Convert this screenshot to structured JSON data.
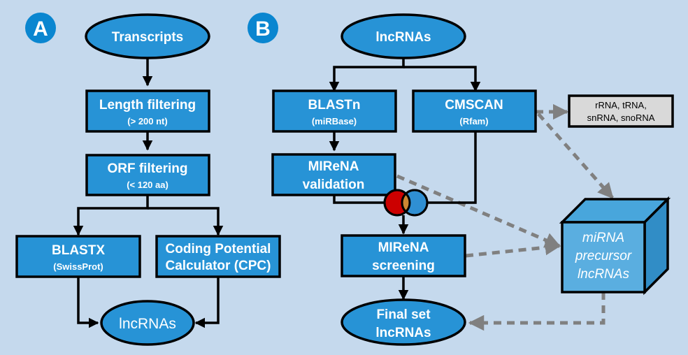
{
  "panels": {
    "a": {
      "badge": "A",
      "start": "Transcripts",
      "length_filter": {
        "title": "Length filtering",
        "sub": "(> 200 nt)"
      },
      "orf_filter": {
        "title": "ORF filtering",
        "sub": "(< 120 aa)"
      },
      "blastx": {
        "title": "BLASTX",
        "sub": "(SwissProt)"
      },
      "cpc": {
        "line1": "Coding Potential",
        "line2": "Calculator (CPC)"
      },
      "end": "lncRNAs"
    },
    "b": {
      "badge": "B",
      "start": "lncRNAs",
      "blastn": {
        "title": "BLASTn",
        "sub": "(miRBase)"
      },
      "cmscan": {
        "title": "CMSCAN",
        "sub": "(Rfam)"
      },
      "excluded": {
        "line1": "rRNA, tRNA,",
        "line2": "snRNA, snoRNA"
      },
      "mirena_validation": {
        "line1": "MIReNA",
        "line2": "validation"
      },
      "mirena_screening": {
        "line1": "MIReNA",
        "line2": "screening"
      },
      "final": {
        "line1": "Final set",
        "line2": "lncRNAs"
      },
      "precursor": {
        "line1": "miRNA",
        "line2": "precursor",
        "line3": "lncRNAs"
      },
      "venn_colors": {
        "left": "#cc0000",
        "right": "#2f8fd3",
        "overlap": "#cc8833"
      }
    }
  },
  "colors": {
    "background": "#c5d9ed",
    "node_fill": "#2793d6",
    "badge_fill": "#0a86d0",
    "dashed_arrow": "#808080",
    "gray_box": "#d9d9d9"
  }
}
